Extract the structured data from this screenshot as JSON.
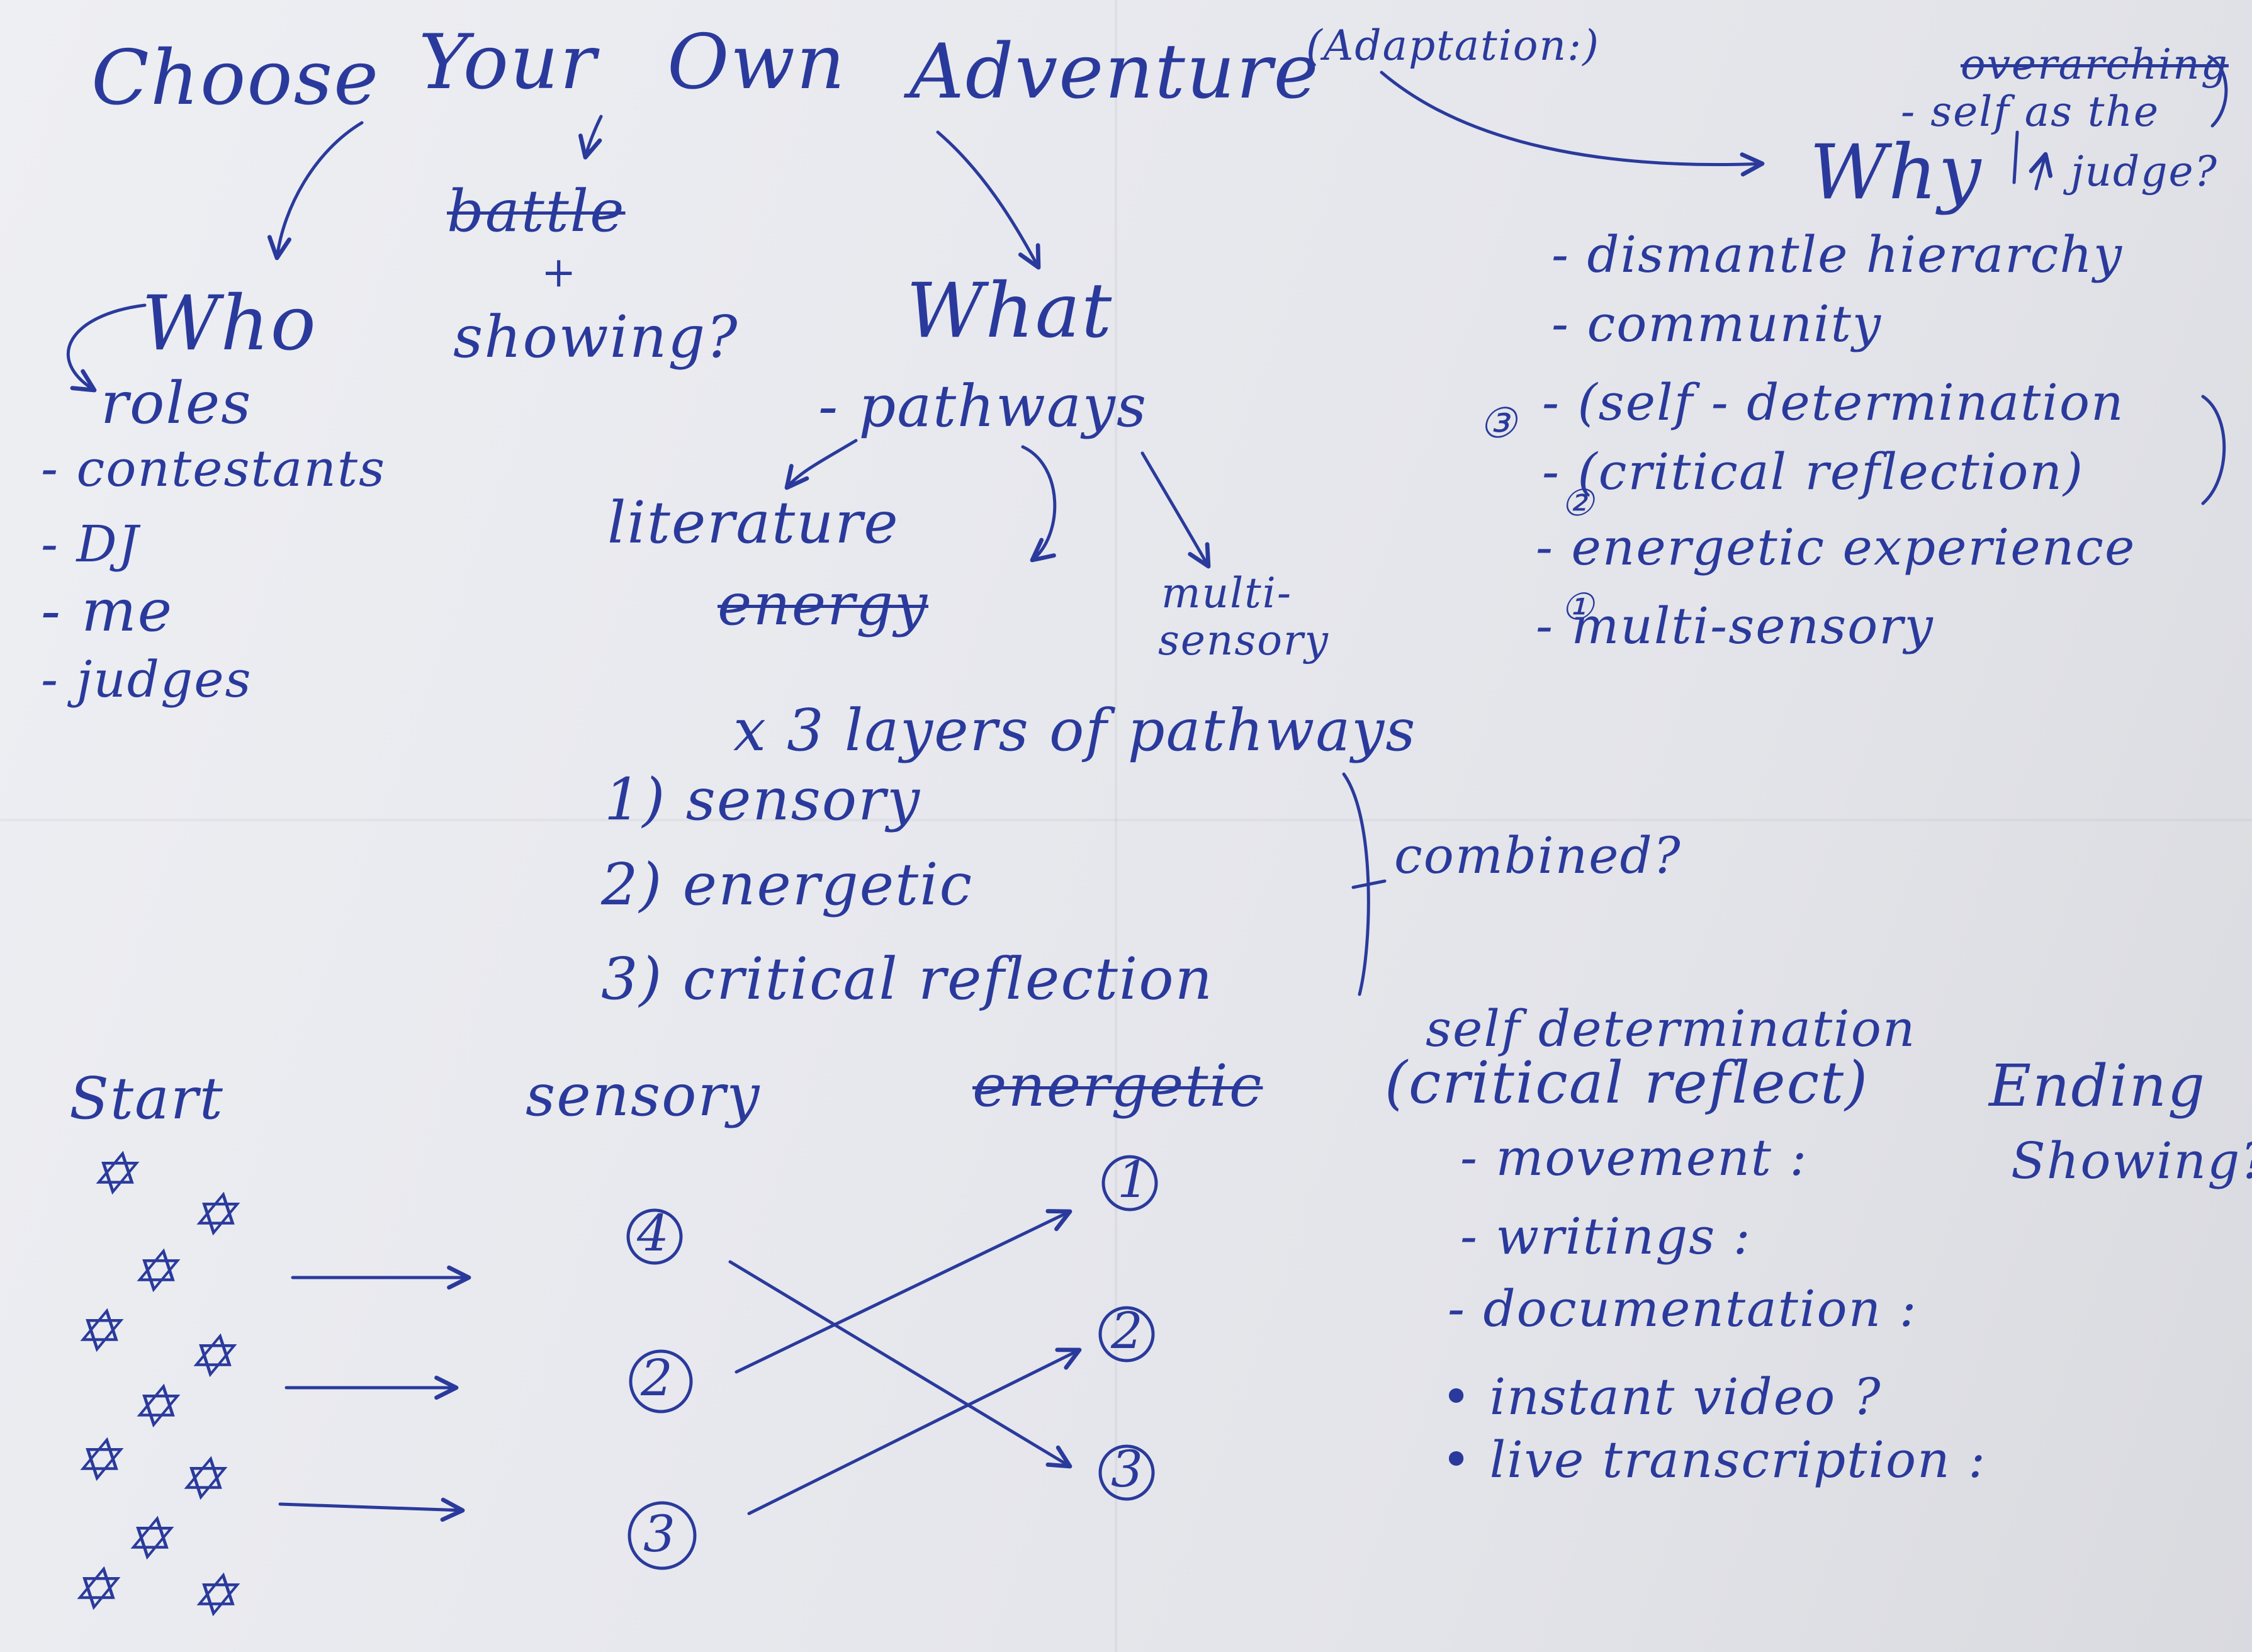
{
  "title": {
    "choose": "Choose",
    "your": "Your",
    "own": "Own",
    "adventure": "Adventure",
    "adaptation": "(Adaptation:)"
  },
  "battle": {
    "line1": "battle",
    "plus": "+",
    "line2": "showing?"
  },
  "who": {
    "heading": "Who",
    "roles": "roles",
    "items": [
      "- contestants",
      "- DJ",
      "- me",
      "- judges"
    ]
  },
  "what": {
    "heading": "What",
    "pathways": "- pathways",
    "literature": "literature",
    "energy": "energy",
    "multi1": "multi-",
    "multi2": "sensory"
  },
  "layers": {
    "heading": "x 3 layers of pathways",
    "items": [
      "1) sensory",
      "2) energetic",
      "3) critical reflection"
    ],
    "combined": "combined?"
  },
  "why": {
    "heading": "Why",
    "overarching": "overarching",
    "self_as": "- self as the",
    "judge": "judge?",
    "items": [
      "- dismantle hierarchy",
      "- community",
      "- (self - determination",
      "- (critical reflection)",
      "- energetic experience",
      "- multi-sensory"
    ],
    "markers": [
      "③",
      "②",
      "①"
    ]
  },
  "bottom": {
    "start": "Start",
    "sensory": "sensory",
    "energetic": "energetic",
    "self_det": "self determination",
    "crit_reflect": "(critical reflect)",
    "ending": "Ending",
    "showing": "Showing?",
    "reflect_items": [
      "- movement :",
      "- writings :",
      "- documentation :",
      "• instant video ?",
      "• live transcription :"
    ],
    "stars": "✡",
    "left_nums": [
      "4",
      "2",
      "3"
    ],
    "right_nums": [
      "1",
      "2",
      "3"
    ]
  },
  "ink_color": "#2a3a9c"
}
